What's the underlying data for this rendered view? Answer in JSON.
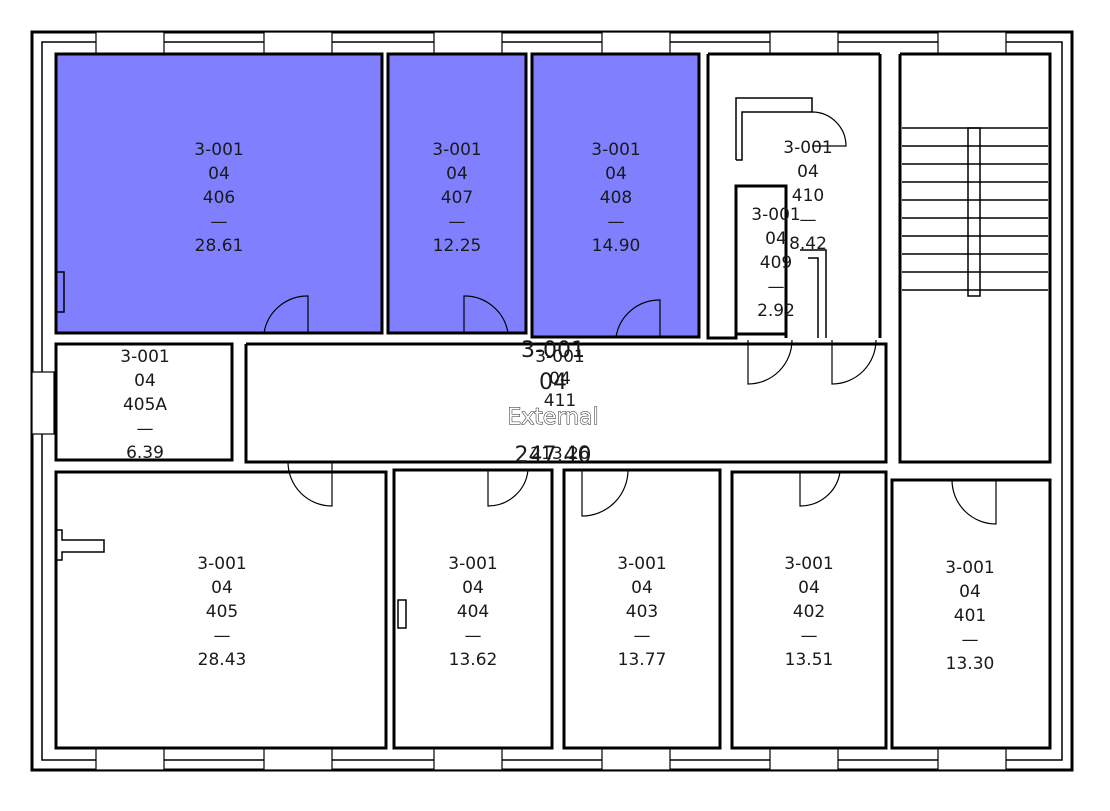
{
  "colors": {
    "selected_room": "#8080ff",
    "room": "#ffffff",
    "walls": "#000000"
  },
  "rooms": [
    {
      "id": "406",
      "building": "3-001",
      "floor": "04",
      "number": "406",
      "separator": "—",
      "area": "28.61",
      "selected": true
    },
    {
      "id": "407",
      "building": "3-001",
      "floor": "04",
      "number": "407",
      "separator": "—",
      "area": "12.25",
      "selected": true
    },
    {
      "id": "408",
      "building": "3-001",
      "floor": "04",
      "number": "408",
      "separator": "—",
      "area": "14.90",
      "selected": true
    },
    {
      "id": "410",
      "building": "3-001",
      "floor": "04",
      "number": "410",
      "separator": "—",
      "area": "8.42",
      "selected": false
    },
    {
      "id": "409",
      "building": "3-001",
      "floor": "04",
      "number": "409",
      "separator": "—",
      "area": "2.92",
      "selected": false
    },
    {
      "id": "405A",
      "building": "3-001",
      "floor": "04",
      "number": "405A",
      "separator": "—",
      "area": "6.39",
      "selected": false
    },
    {
      "id": "405",
      "building": "3-001",
      "floor": "04",
      "number": "405",
      "separator": "—",
      "area": "28.43",
      "selected": false
    },
    {
      "id": "404",
      "building": "3-001",
      "floor": "04",
      "number": "404",
      "separator": "—",
      "area": "13.62",
      "selected": false
    },
    {
      "id": "403",
      "building": "3-001",
      "floor": "04",
      "number": "403",
      "separator": "—",
      "area": "13.77",
      "selected": false
    },
    {
      "id": "402",
      "building": "3-001",
      "floor": "04",
      "number": "402",
      "separator": "—",
      "area": "13.51",
      "selected": false
    },
    {
      "id": "401",
      "building": "3-001",
      "floor": "04",
      "number": "401",
      "separator": "—",
      "area": "13.30",
      "selected": false
    }
  ],
  "corridor": {
    "small": {
      "building": "3-001",
      "floor": "04",
      "number": "411",
      "area": "213.26"
    },
    "large": {
      "building": "3-001",
      "floor": "04",
      "type": "External",
      "area": "247.40"
    }
  }
}
